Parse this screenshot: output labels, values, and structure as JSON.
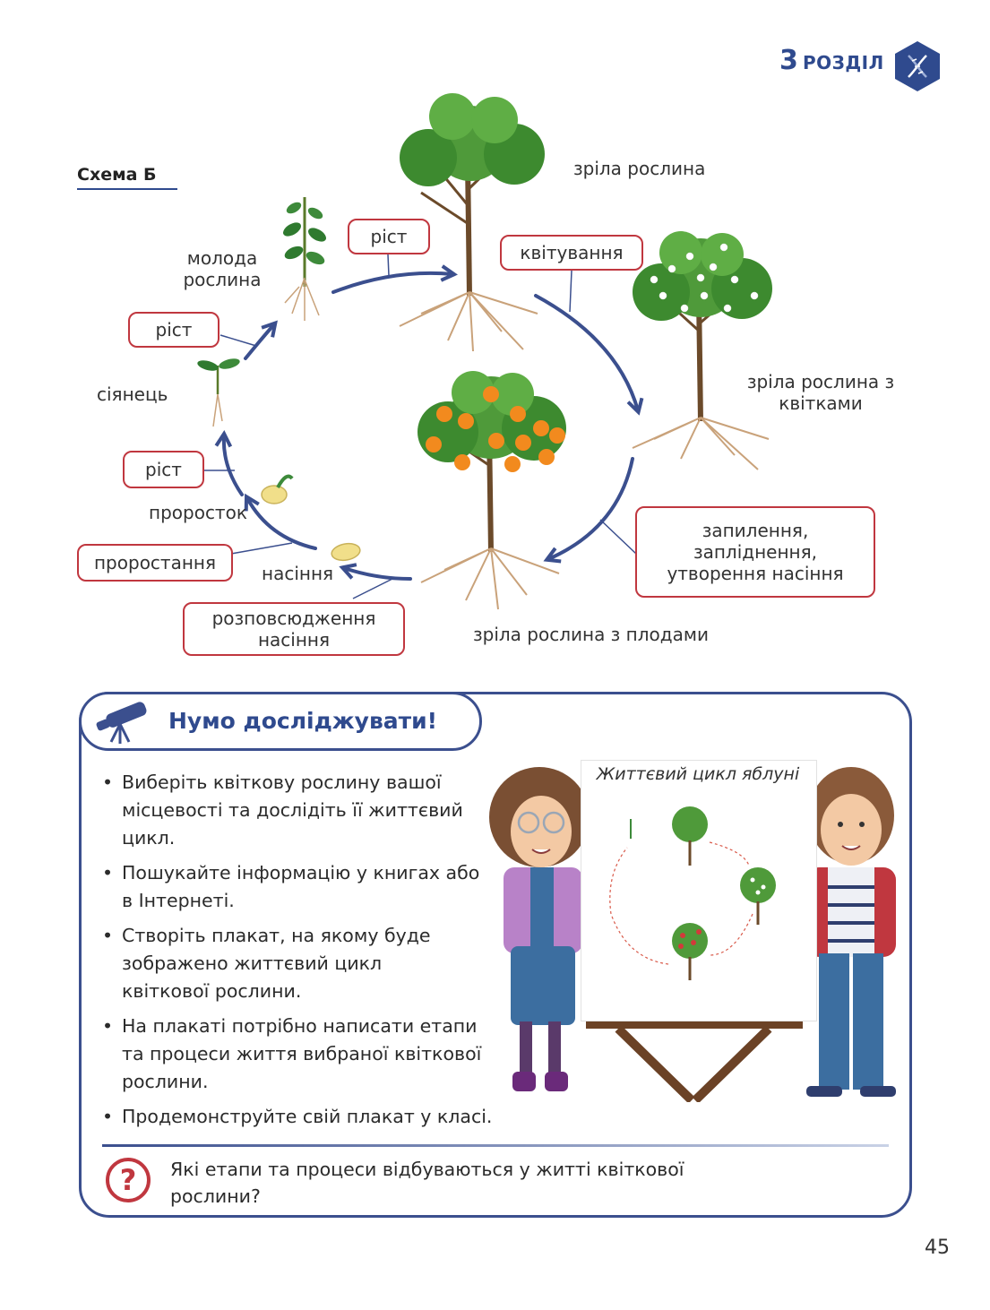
{
  "header": {
    "chapter_number": "3",
    "chapter_word": "РОЗДІЛ",
    "badge_icon": "dna-icon",
    "accent_color": "#2f4a8e"
  },
  "diagram": {
    "title": "Схема Б",
    "stages": {
      "mature_plant": "зріла рослина",
      "young_plant": "молода рослина",
      "seedling": "сіянець",
      "sprout": "проросток",
      "seeds": "насіння",
      "flowering_plant": "зріла рослина з квітками",
      "fruiting_plant": "зріла рослина з плодами"
    },
    "processes": {
      "growth_1": "ріст",
      "flowering": "квітування",
      "growth_2": "ріст",
      "growth_3": "ріст",
      "germination": "проростання",
      "pollination": "запилення, запліднення, утворення насіння",
      "seed_dispersal": "розповсюдження насіння"
    },
    "box_color": "#c0373f",
    "arrow_color": "#3b4f8e"
  },
  "explore": {
    "title": "Нумо досліджувати!",
    "icon": "telescope-icon",
    "bullets": [
      "Виберіть квіткову рослину вашої місцевості та дослідіть її життєвий цикл.",
      "Пошукайте інформацію у книгах або в Інтернеті.",
      "Створіть плакат, на якому буде зображено життєвий цикл квіткової рослини.",
      "На плакаті потрібно написати етапи та процеси життя вибраної квіткової рослини.",
      "Продемонструйте свій плакат у класі."
    ],
    "poster_title": "Життєвий цикл яблуні",
    "question_icon": "question-icon",
    "question": "Які етапи та процеси відбуваються у житті квіткової рослини?"
  },
  "page_number": "45"
}
